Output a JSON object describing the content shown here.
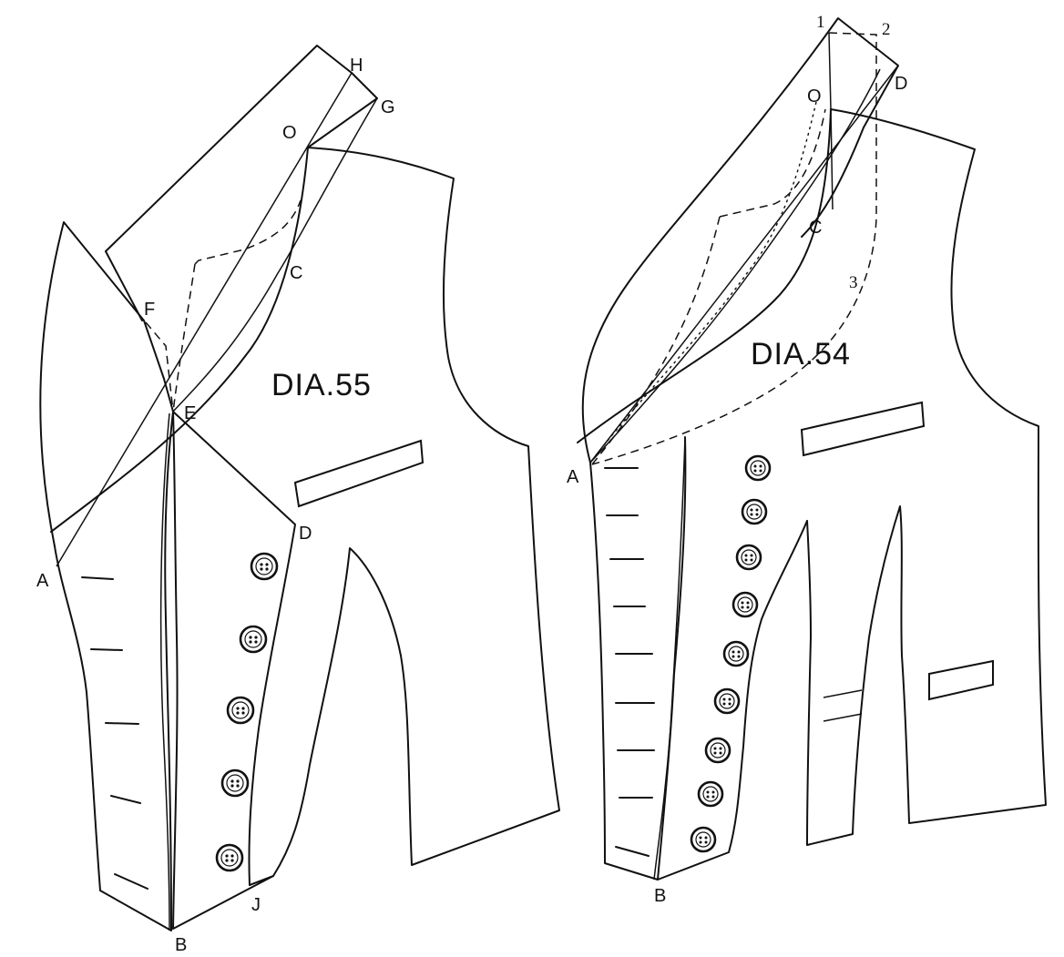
{
  "diagram_55": {
    "title": "DIA.55",
    "labels": {
      "H": "H",
      "G": "G",
      "O": "O",
      "C": "C",
      "F": "F",
      "E": "E",
      "D": "D",
      "A": "A",
      "J": "J",
      "B": "B"
    },
    "button_count": 5,
    "buttonhole_count": 5
  },
  "diagram_54": {
    "title": "DIA.54",
    "labels": {
      "n1": "1",
      "n2": "2",
      "n3": "3",
      "O": "O",
      "D": "D",
      "C": "C",
      "A": "A",
      "B": "B"
    },
    "button_count": 9,
    "buttonhole_count": 9
  }
}
